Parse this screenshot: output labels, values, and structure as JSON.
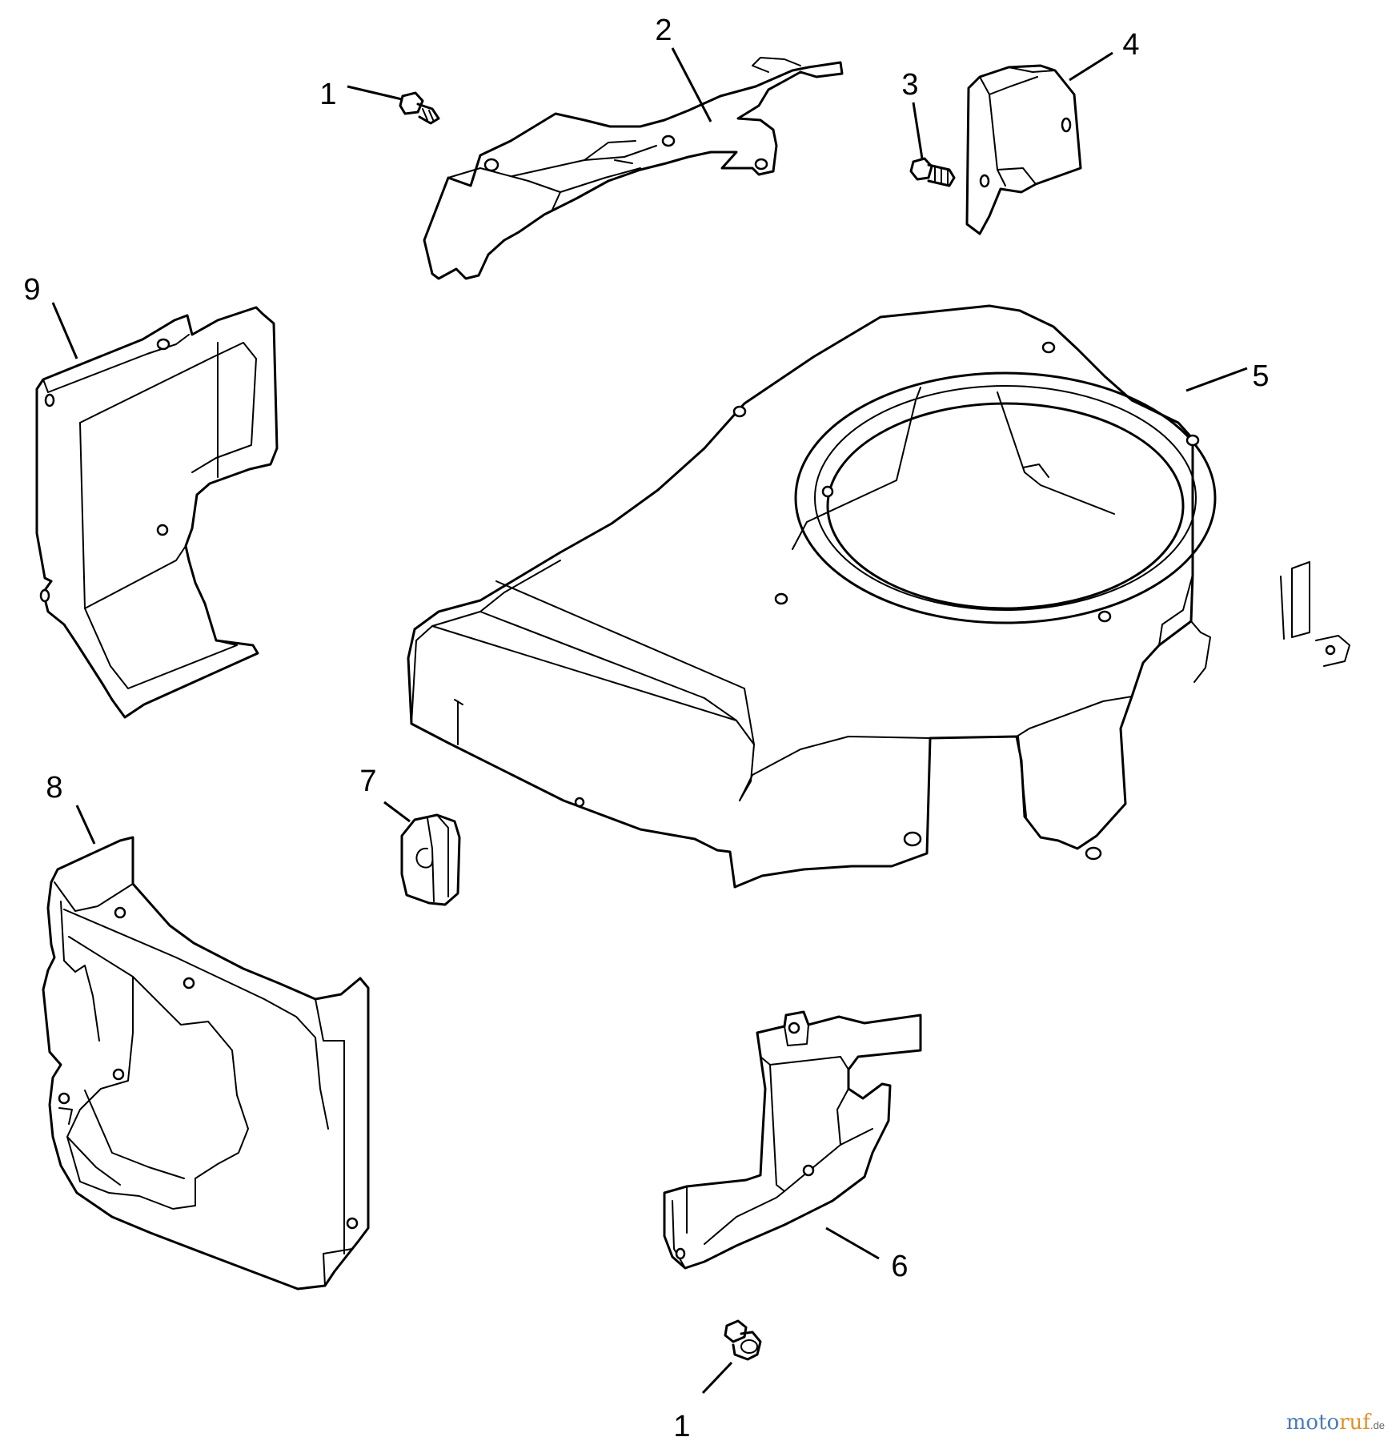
{
  "callouts": [
    {
      "id": "c1a",
      "label": "1"
    },
    {
      "id": "c2",
      "label": "2"
    },
    {
      "id": "c3",
      "label": "3"
    },
    {
      "id": "c4",
      "label": "4"
    },
    {
      "id": "c5",
      "label": "5"
    },
    {
      "id": "c6",
      "label": "6"
    },
    {
      "id": "c7",
      "label": "7"
    },
    {
      "id": "c8",
      "label": "8"
    },
    {
      "id": "c9",
      "label": "9"
    },
    {
      "id": "c1b",
      "label": "1"
    }
  ],
  "watermark": {
    "brand_a": "moto",
    "brand_b": "ruf",
    "tld": ".de"
  }
}
